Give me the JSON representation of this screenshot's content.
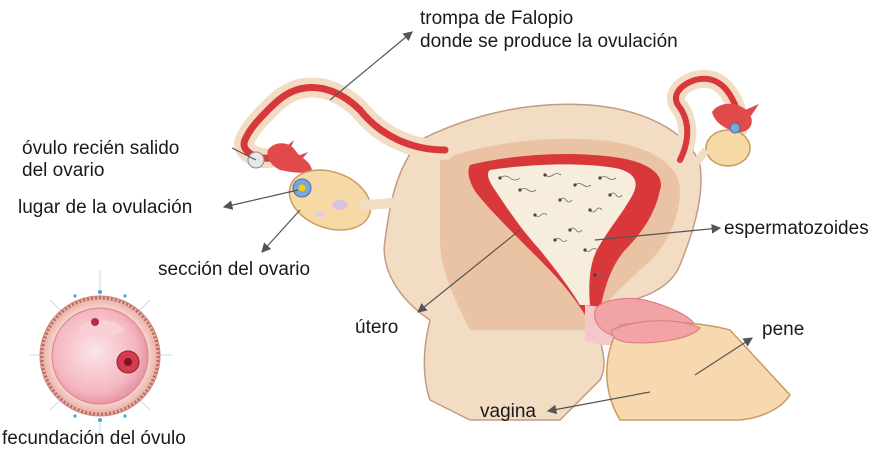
{
  "labels": {
    "fallopian_line1": "trompa de Falopio",
    "fallopian_line2": "donde se produce la ovulación",
    "ovum_line1": "óvulo recién salido",
    "ovum_line2": "del ovario",
    "ovulation_site": "lugar de la ovulación",
    "ovary_section": "sección del ovario",
    "sperm": "espermatozoides",
    "uterus": "útero",
    "penis": "pene",
    "vagina": "vagina",
    "fertilization": "fecundación del óvulo"
  },
  "colors": {
    "tissue_light": "#f3dcc4",
    "tissue_mid": "#e9c3a3",
    "lining_red": "#d9383a",
    "lining_pink": "#f2a3a6",
    "ovary": "#f7d9a6",
    "penis": "#f8d8ae",
    "arrow": "#555555",
    "ovum_pink": "#f4b8c2",
    "nucleus": "#b5303f"
  }
}
